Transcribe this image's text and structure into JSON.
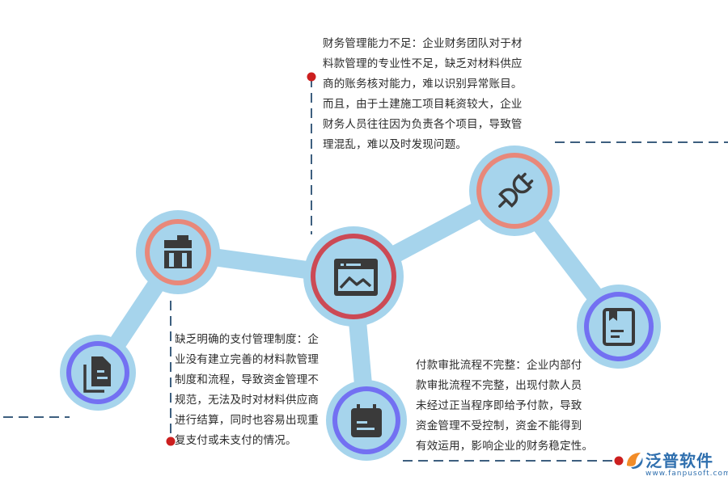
{
  "texts": {
    "top": "财务管理能力不足：企业财务团队对于材\n料款管理的专业性不足，缺乏对材料供应\n商的账务核对能力，难以识别异常账目。\n而且，由于土建施工项目耗资较大，企业\n财务人员往往因为负责各个项目，导致管\n理混乱，难以及时发现问题。",
    "left": "缺乏明确的支付管理制度：企\n业没有建立完善的材料款管理\n制度和流程，导致资金管理不\n规范，无法及时对材料供应商\n进行结算，同时也容易出现重\n复支付或未支付的情况。",
    "right": "付款审批流程不完整：企业内部付\n款审批流程不完整，出现付款人员\n未经过正当程序即给予付款，导致\n资金管理不受控制，资金不能得到\n有效运用，影响企业的财务稳定性。"
  },
  "logo": {
    "name": "泛普软件",
    "url": "www.fanpusoft.com"
  },
  "icons": {
    "node1": "toolbox-icon",
    "node2": "image-card-icon",
    "node3": "plug-icon",
    "node4": "documents-icon",
    "node5": "calendar-icon",
    "node6": "bookmark-document-icon"
  },
  "colors": {
    "track": "#a6d4ec",
    "ring_salmon": "#e8887a",
    "ring_red": "#cc4a55",
    "ring_purple": "#7370f2",
    "icon": "#3a3a3a",
    "dash": "#3d5f7f",
    "dot": "#cc1f1f",
    "brand": "#2f6fae"
  }
}
